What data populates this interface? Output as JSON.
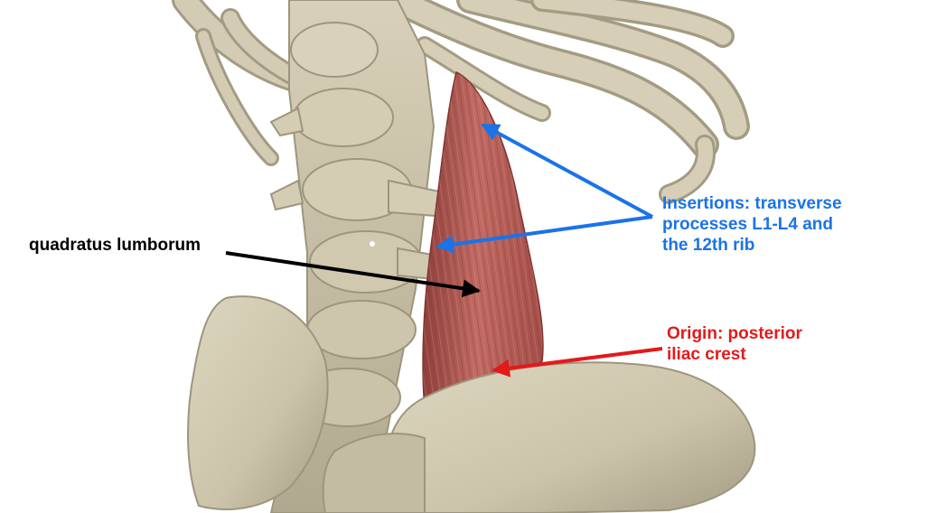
{
  "labels": {
    "muscle": {
      "text": "quadratus lumborum",
      "color": "#000000"
    },
    "insertions": {
      "lines": [
        "Insertions: transverse",
        "processes L1-L4 and",
        "the 12th rib"
      ],
      "color": "#1a73e8"
    },
    "origin": {
      "lines": [
        "Origin: posterior",
        "iliac crest"
      ],
      "color": "#e31a1a"
    }
  },
  "colors": {
    "bone": "#cfc7ae",
    "bone_shadow": "#9d957d",
    "muscle": "#b8605a",
    "muscle_dark": "#8f3f3b"
  }
}
